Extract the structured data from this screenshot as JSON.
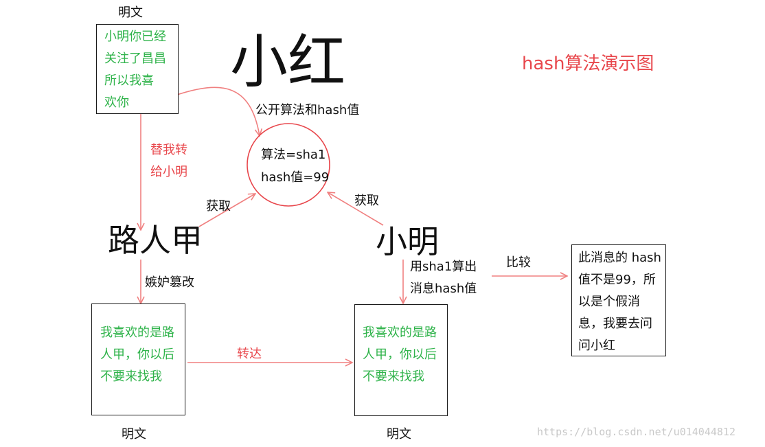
{
  "colors": {
    "plain_text_green": "#2fb34a",
    "action_red": "#e8474c",
    "stroke_black": "#1a1a1a",
    "arrow_red": "#f08080"
  },
  "title": "hash算法演示图",
  "nodes": {
    "xiaohong": {
      "name": "小红",
      "publish_label": "公开算法和hash值",
      "circle_lines": [
        "算法=sha1",
        "hash值=99"
      ]
    },
    "original_message": {
      "caption": "明文",
      "lines": [
        "小明你已经",
        "关注了昌昌",
        "所以我喜",
        "欢你"
      ]
    },
    "passerby": {
      "name": "路人甲"
    },
    "xiaoming": {
      "name": "小明"
    },
    "tampered_message": {
      "caption": "明文",
      "lines": [
        "我喜欢的是路",
        "人甲，你以后",
        "不要来找我"
      ]
    },
    "received_message": {
      "caption": "明文",
      "lines": [
        "我喜欢的是路",
        "人甲，你以后",
        "不要来找我"
      ]
    },
    "result": {
      "lines": [
        "此消息的 hash",
        "值不是99，所",
        "以是个假消",
        "息，我要去问",
        "问小红"
      ]
    }
  },
  "edges": {
    "forward_request": [
      "替我转",
      "给小明"
    ],
    "passerby_fetch": "获取",
    "xiaoming_fetch": "获取",
    "tamper": "嫉妒篡改",
    "relay": "转达",
    "compute": [
      "用sha1算出",
      "消息hash值"
    ],
    "compare": "比较"
  },
  "watermark": "https://blog.csdn.net/u014044812"
}
